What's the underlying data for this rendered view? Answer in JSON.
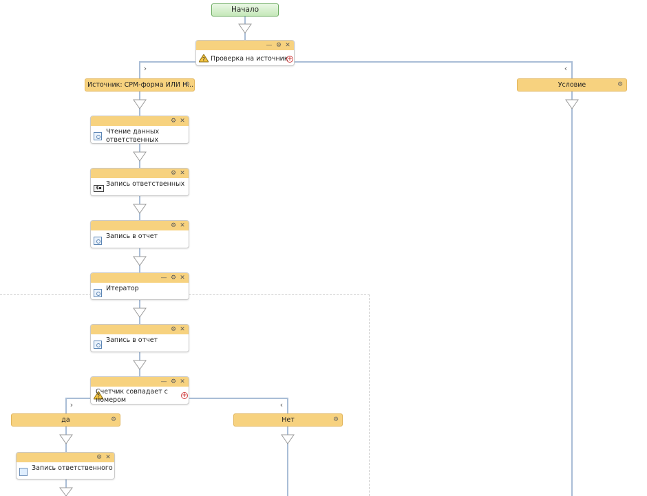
{
  "start": {
    "label": "Начало"
  },
  "check_source": {
    "title": "Проверка на источник"
  },
  "branch_left": {
    "label": "Источник: СРМ-форма ИЛИ Н..."
  },
  "branch_right": {
    "label": "Условие"
  },
  "read_data": {
    "title_line1": "Чтение данных",
    "title_line2": "ответственных"
  },
  "write_resp": {
    "title": "Запись ответственных"
  },
  "write_report_1": {
    "title": "Запись в отчет"
  },
  "iterator": {
    "title": "Итератор"
  },
  "write_report_2": {
    "title": "Запись в отчет"
  },
  "counter_check": {
    "title_line1": "Счетчик совпадает с",
    "title_line2": "номером"
  },
  "branch_yes": {
    "label": "да"
  },
  "branch_no": {
    "label": "Нет"
  },
  "write_one_resp": {
    "title": "Запись ответственного"
  },
  "icons": {
    "minimize": "—",
    "gear": "⚙",
    "close": "✕",
    "add": "+",
    "chevron_right": "›",
    "chevron_left": "‹",
    "cash": "$▪"
  },
  "colors": {
    "header": "#f7d27f",
    "wire": "#a9bdd6",
    "start_border": "#6aaa5e"
  }
}
